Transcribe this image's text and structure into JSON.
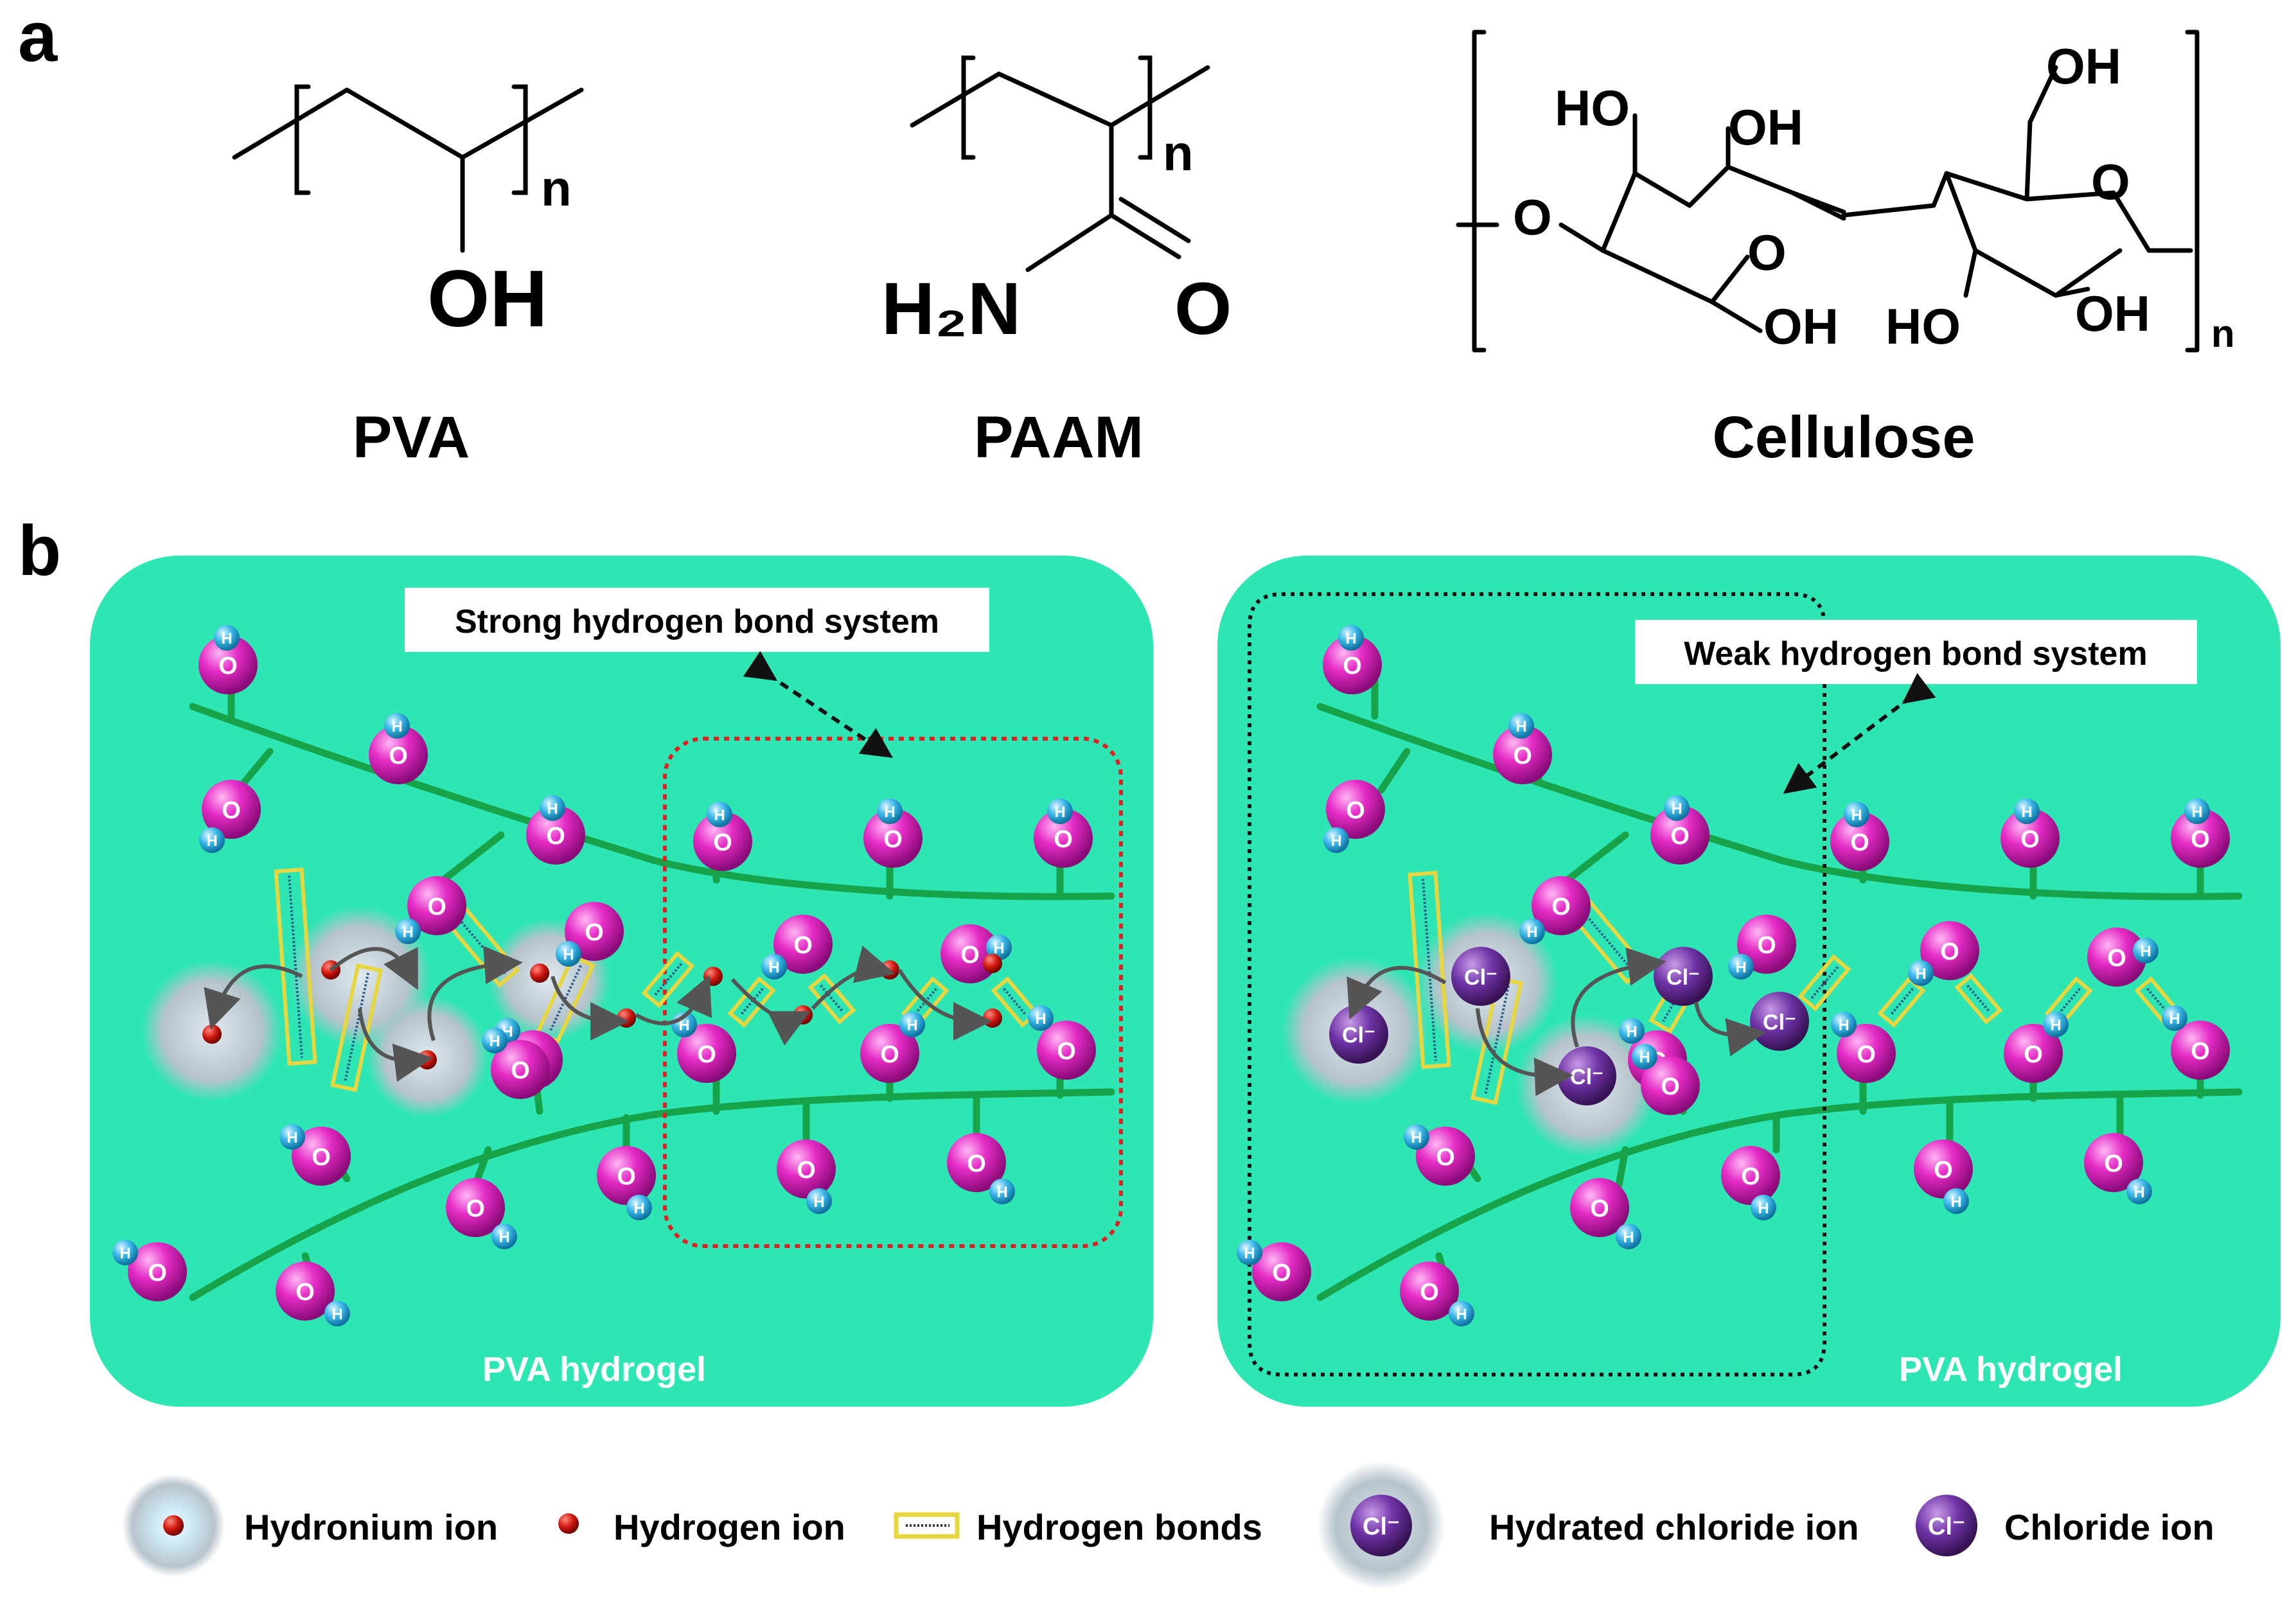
{
  "panel_a": {
    "label": "a",
    "pva": {
      "name": "PVA",
      "group": "OH",
      "n": "n"
    },
    "paam": {
      "name": "PAAM",
      "amine": "H₂N",
      "oxygen": "O",
      "n": "n"
    },
    "cellulose": {
      "name": "Cellulose",
      "groups": [
        "HO",
        "OH",
        "OH",
        "O",
        "O",
        "O",
        "OH",
        "HO",
        "OH"
      ],
      "n": "n"
    }
  },
  "panel_b": {
    "label": "b",
    "left": {
      "callout": "Strong hydrogen bond system",
      "caption": "PVA hydrogel"
    },
    "right": {
      "callout": "Weak hydrogen bond system",
      "caption": "PVA hydrogel"
    },
    "atom_labels": {
      "oxygen": "O",
      "hydrogen": "H",
      "chloride": "Cl⁻"
    }
  },
  "legend": [
    {
      "key": "hydronium",
      "label": "Hydronium ion"
    },
    {
      "key": "hydrogen",
      "label": "Hydrogen ion"
    },
    {
      "key": "hbond",
      "label": "Hydrogen bonds"
    },
    {
      "key": "hydrated-cl",
      "label": "Hydrated chloride ion"
    },
    {
      "key": "chloride",
      "label": "Chloride ion"
    }
  ],
  "colors": {
    "hydrogel_bg": "#2de6b4",
    "chain": "#16a34a",
    "oxygen": "#e020c0",
    "hydrogen": "#3ab8e8",
    "hydrogen_ion": "#c8150f",
    "chloride": "#6a2ea0",
    "hbond_outline": "#e8d640",
    "strong_box": "#e02020",
    "weak_box": "#111111"
  }
}
